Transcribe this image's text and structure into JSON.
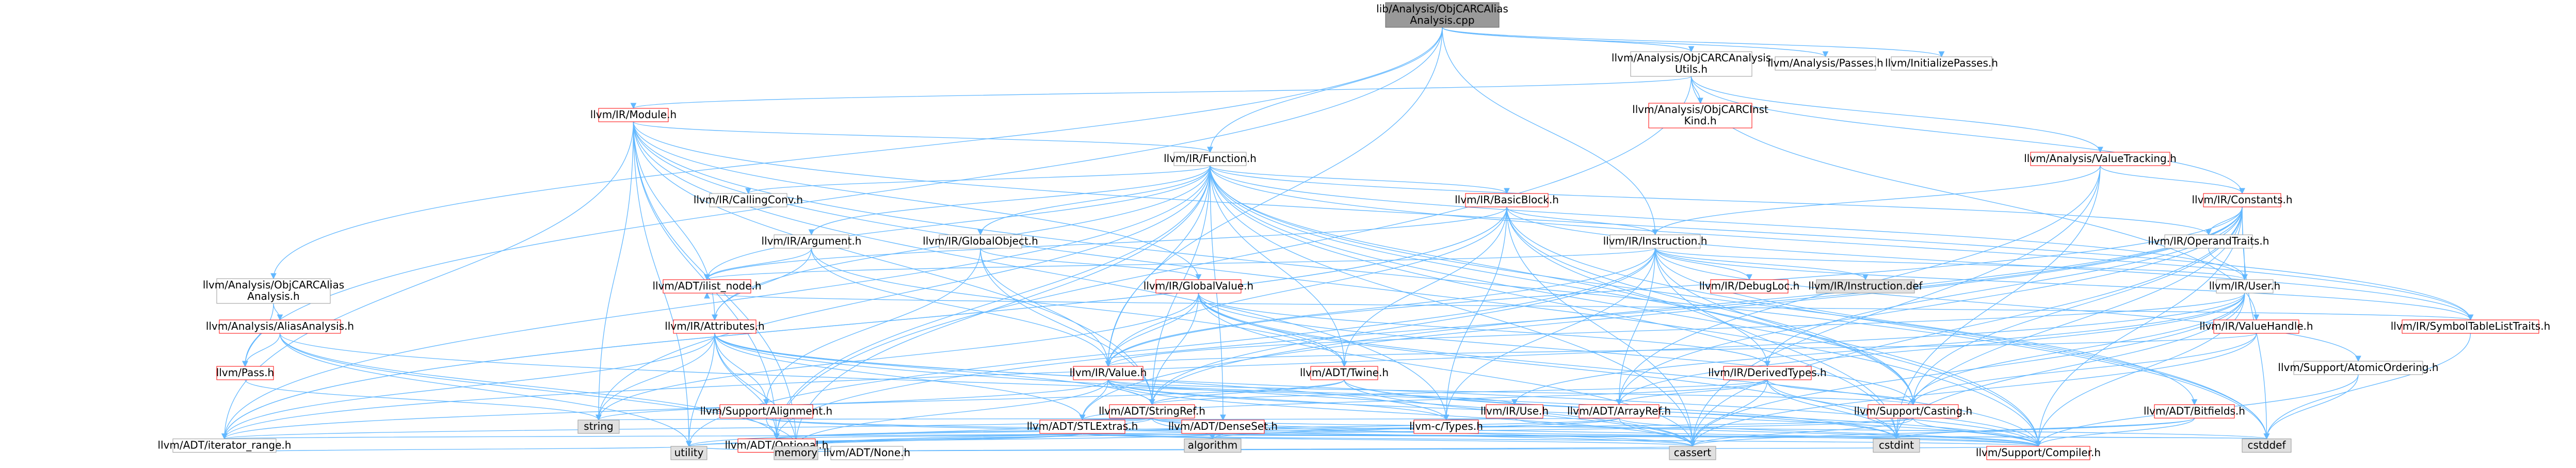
{
  "graph": {
    "root": "lib/Analysis/ObjCARCAliasAnalysis.cpp",
    "colors": {
      "root_fill": "#999999",
      "node_fill": "#ffffff",
      "node_border_red": "#ff0000",
      "node_border_gray": "#999999",
      "node_border_black": "#666666",
      "system_fill": "#e0e0e0",
      "text": "#000000",
      "red_text": "#cc0000",
      "edge": "#63b8ff"
    },
    "nodes": [
      {
        "id": "root",
        "lines": [
          "lib/Analysis/ObjCARCAlias",
          "Analysis.cpp"
        ],
        "style": "root"
      },
      {
        "id": "objcarcutil",
        "lines": [
          "llvm/Analysis/ObjCARCAnalysis",
          "Utils.h"
        ],
        "style": "gray"
      },
      {
        "id": "apasses",
        "lines": [
          "llvm/Analysis/Passes.h"
        ],
        "style": "gray"
      },
      {
        "id": "initpasses",
        "lines": [
          "llvm/InitializePasses.h"
        ],
        "style": "gray"
      },
      {
        "id": "instkind",
        "lines": [
          "llvm/Analysis/ObjCARCInst",
          "Kind.h"
        ],
        "style": "red"
      },
      {
        "id": "module",
        "lines": [
          "llvm/IR/Module.h"
        ],
        "style": "red"
      },
      {
        "id": "valuetracking",
        "lines": [
          "llvm/Analysis/ValueTracking.h"
        ],
        "style": "red"
      },
      {
        "id": "function",
        "lines": [
          "llvm/IR/Function.h"
        ],
        "style": "gray"
      },
      {
        "id": "constants",
        "lines": [
          "llvm/IR/Constants.h"
        ],
        "style": "red"
      },
      {
        "id": "basicblock",
        "lines": [
          "llvm/IR/BasicBlock.h"
        ],
        "style": "red"
      },
      {
        "id": "callingconv",
        "lines": [
          "llvm/IR/CallingConv.h"
        ],
        "style": "gray"
      },
      {
        "id": "argument",
        "lines": [
          "llvm/IR/Argument.h"
        ],
        "style": "gray"
      },
      {
        "id": "globalobject",
        "lines": [
          "llvm/IR/GlobalObject.h"
        ],
        "style": "gray"
      },
      {
        "id": "instruction",
        "lines": [
          "llvm/IR/Instruction.h"
        ],
        "style": "gray"
      },
      {
        "id": "operandtraits",
        "lines": [
          "llvm/IR/OperandTraits.h"
        ],
        "style": "gray"
      },
      {
        "id": "aaanalysis",
        "lines": [
          "llvm/Analysis/ObjCARCAlias",
          "Analysis.h"
        ],
        "style": "gray"
      },
      {
        "id": "ilistnode",
        "lines": [
          "llvm/ADT/ilist_node.h"
        ],
        "style": "red"
      },
      {
        "id": "globalvalue",
        "lines": [
          "llvm/IR/GlobalValue.h"
        ],
        "style": "red"
      },
      {
        "id": "debugloc",
        "lines": [
          "llvm/IR/DebugLoc.h"
        ],
        "style": "red"
      },
      {
        "id": "instdef",
        "lines": [
          "llvm/IR/Instruction.def"
        ],
        "style": "system"
      },
      {
        "id": "user",
        "lines": [
          "llvm/IR/User.h"
        ],
        "style": "gray"
      },
      {
        "id": "valuehandle",
        "lines": [
          "llvm/IR/ValueHandle.h"
        ],
        "style": "red"
      },
      {
        "id": "symtablelist",
        "lines": [
          "llvm/IR/SymbolTableListTraits.h"
        ],
        "style": "red"
      },
      {
        "id": "aliasanalysis",
        "lines": [
          "llvm/Analysis/AliasAnalysis.h"
        ],
        "style": "red"
      },
      {
        "id": "attributes",
        "lines": [
          "llvm/IR/Attributes.h"
        ],
        "style": "red"
      },
      {
        "id": "atomicordering",
        "lines": [
          "llvm/Support/AtomicOrdering.h"
        ],
        "style": "gray"
      },
      {
        "id": "irvalue",
        "lines": [
          "llvm/IR/Value.h"
        ],
        "style": "red"
      },
      {
        "id": "twine",
        "lines": [
          "llvm/ADT/Twine.h"
        ],
        "style": "red"
      },
      {
        "id": "derivedtypes",
        "lines": [
          "llvm/IR/DerivedTypes.h"
        ],
        "style": "red"
      },
      {
        "id": "pass",
        "lines": [
          "llvm/Pass.h"
        ],
        "style": "red"
      },
      {
        "id": "alignment",
        "lines": [
          "llvm/Support/Alignment.h"
        ],
        "style": "red"
      },
      {
        "id": "stringref",
        "lines": [
          "llvm/ADT/StringRef.h"
        ],
        "style": "red"
      },
      {
        "id": "use",
        "lines": [
          "llvm/IR/Use.h"
        ],
        "style": "red"
      },
      {
        "id": "arrayref",
        "lines": [
          "llvm/ADT/ArrayRef.h"
        ],
        "style": "red"
      },
      {
        "id": "casting",
        "lines": [
          "llvm/Support/Casting.h"
        ],
        "style": "red"
      },
      {
        "id": "string",
        "lines": [
          "string"
        ],
        "style": "system"
      },
      {
        "id": "ctypes",
        "lines": [
          "llvm-c/Types.h"
        ],
        "style": "red"
      },
      {
        "id": "stlextras",
        "lines": [
          "llvm/ADT/STLExtras.h"
        ],
        "style": "red"
      },
      {
        "id": "denseset",
        "lines": [
          "llvm/ADT/DenseSet.h"
        ],
        "style": "red"
      },
      {
        "id": "bitfields",
        "lines": [
          "llvm/ADT/Bitfields.h"
        ],
        "style": "red"
      },
      {
        "id": "iterrange",
        "lines": [
          "llvm/ADT/iterator_range.h"
        ],
        "style": "gray"
      },
      {
        "id": "optional",
        "lines": [
          "llvm/ADT/Optional.h"
        ],
        "style": "red"
      },
      {
        "id": "algorithm",
        "lines": [
          "algorithm"
        ],
        "style": "system"
      },
      {
        "id": "cstdint",
        "lines": [
          "cstdint"
        ],
        "style": "system"
      },
      {
        "id": "cstddef",
        "lines": [
          "cstddef"
        ],
        "style": "system"
      },
      {
        "id": "utility",
        "lines": [
          "utility"
        ],
        "style": "system"
      },
      {
        "id": "memory",
        "lines": [
          "memory"
        ],
        "style": "system"
      },
      {
        "id": "adtnone",
        "lines": [
          "llvm/ADT/None.h"
        ],
        "style": "gray"
      },
      {
        "id": "cassert",
        "lines": [
          "cassert"
        ],
        "style": "system"
      },
      {
        "id": "compiler",
        "lines": [
          "llvm/Support/Compiler.h"
        ],
        "style": "red"
      }
    ],
    "edges": [
      [
        "root",
        "objcarcutil"
      ],
      [
        "root",
        "apasses"
      ],
      [
        "root",
        "initpasses"
      ],
      [
        "root",
        "aaanalysis"
      ],
      [
        "root",
        "function"
      ],
      [
        "root",
        "instruction"
      ],
      [
        "root",
        "irvalue"
      ],
      [
        "root",
        "pass"
      ],
      [
        "objcarcutil",
        "instkind"
      ],
      [
        "objcarcutil",
        "module"
      ],
      [
        "objcarcutil",
        "valuetracking"
      ],
      [
        "objcarcutil",
        "constants"
      ],
      [
        "objcarcutil",
        "valuehandle"
      ],
      [
        "objcarcutil",
        "optional"
      ],
      [
        "module",
        "function"
      ],
      [
        "module",
        "attributes"
      ],
      [
        "module",
        "globalvalue"
      ],
      [
        "module",
        "stringref"
      ],
      [
        "module",
        "ctypes"
      ],
      [
        "module",
        "iterrange"
      ],
      [
        "module",
        "optional"
      ],
      [
        "module",
        "symtablelist"
      ],
      [
        "module",
        "string"
      ],
      [
        "module",
        "utility"
      ],
      [
        "module",
        "memory"
      ],
      [
        "module",
        "cstddef"
      ],
      [
        "module",
        "compiler"
      ],
      [
        "valuetracking",
        "constants"
      ],
      [
        "valuetracking",
        "arrayref"
      ],
      [
        "valuetracking",
        "instruction"
      ],
      [
        "valuetracking",
        "cassert"
      ],
      [
        "valuetracking",
        "cstdint"
      ],
      [
        "function",
        "basicblock"
      ],
      [
        "function",
        "callingconv"
      ],
      [
        "function",
        "argument"
      ],
      [
        "function",
        "globalobject"
      ],
      [
        "function",
        "operandtraits"
      ],
      [
        "function",
        "attributes"
      ],
      [
        "function",
        "derivedtypes"
      ],
      [
        "function",
        "irvalue"
      ],
      [
        "function",
        "ilistnode"
      ],
      [
        "function",
        "twine"
      ],
      [
        "function",
        "stringref"
      ],
      [
        "function",
        "denseset"
      ],
      [
        "function",
        "symtablelist"
      ],
      [
        "function",
        "optional"
      ],
      [
        "function",
        "cassert"
      ],
      [
        "function",
        "cstddef"
      ],
      [
        "function",
        "cstdint"
      ],
      [
        "function",
        "memory"
      ],
      [
        "function",
        "string"
      ],
      [
        "function",
        "compiler"
      ],
      [
        "function",
        "iterrange"
      ],
      [
        "function",
        "user"
      ],
      [
        "function",
        "casting"
      ],
      [
        "constants",
        "user"
      ],
      [
        "constants",
        "operandtraits"
      ],
      [
        "constants",
        "derivedtypes"
      ],
      [
        "constants",
        "irvalue"
      ],
      [
        "constants",
        "casting"
      ],
      [
        "constants",
        "compiler"
      ],
      [
        "constants",
        "stringref"
      ],
      [
        "constants",
        "cassert"
      ],
      [
        "constants",
        "cstddef"
      ],
      [
        "constants",
        "cstdint"
      ],
      [
        "constants",
        "arrayref"
      ],
      [
        "constants",
        "stlextras"
      ],
      [
        "constants",
        "optional"
      ],
      [
        "basicblock",
        "instruction"
      ],
      [
        "basicblock",
        "symtablelist"
      ],
      [
        "basicblock",
        "irvalue"
      ],
      [
        "basicblock",
        "ctypes"
      ],
      [
        "basicblock",
        "twine"
      ],
      [
        "basicblock",
        "ilistnode"
      ],
      [
        "basicblock",
        "iterrange"
      ],
      [
        "basicblock",
        "casting"
      ],
      [
        "basicblock",
        "compiler"
      ],
      [
        "basicblock",
        "cassert"
      ],
      [
        "basicblock",
        "cstddef"
      ],
      [
        "basicblock",
        "iterrange"
      ],
      [
        "argument",
        "attributes"
      ],
      [
        "argument",
        "irvalue"
      ],
      [
        "argument",
        "twine"
      ],
      [
        "argument",
        "ilistnode"
      ],
      [
        "globalobject",
        "globalvalue"
      ],
      [
        "globalobject",
        "irvalue"
      ],
      [
        "globalobject",
        "alignment"
      ],
      [
        "globalobject",
        "stringref"
      ],
      [
        "instruction",
        "debugloc"
      ],
      [
        "instruction",
        "instdef"
      ],
      [
        "instruction",
        "user"
      ],
      [
        "instruction",
        "symtablelist"
      ],
      [
        "instruction",
        "atomicordering"
      ],
      [
        "instruction",
        "irvalue"
      ],
      [
        "instruction",
        "bitfields"
      ],
      [
        "instruction",
        "arrayref"
      ],
      [
        "instruction",
        "stringref"
      ],
      [
        "instruction",
        "ctypes"
      ],
      [
        "instruction",
        "ilistnode"
      ],
      [
        "instruction",
        "cstdint"
      ],
      [
        "instruction",
        "utility"
      ],
      [
        "instruction",
        "casting"
      ],
      [
        "operandtraits",
        "user"
      ],
      [
        "aaanalysis",
        "aliasanalysis"
      ],
      [
        "aaanalysis",
        "pass"
      ],
      [
        "globalvalue",
        "derivedtypes"
      ],
      [
        "globalvalue",
        "irvalue"
      ],
      [
        "globalvalue",
        "twine"
      ],
      [
        "globalvalue",
        "stringref"
      ],
      [
        "globalvalue",
        "casting"
      ],
      [
        "globalvalue",
        "compiler"
      ],
      [
        "globalvalue",
        "cassert"
      ],
      [
        "globalvalue",
        "cstdint"
      ],
      [
        "globalvalue",
        "string"
      ],
      [
        "user",
        "use"
      ],
      [
        "user",
        "irvalue"
      ],
      [
        "user",
        "casting"
      ],
      [
        "user",
        "compiler"
      ],
      [
        "user",
        "cassert"
      ],
      [
        "user",
        "cstdint"
      ],
      [
        "user",
        "iterrange"
      ],
      [
        "user",
        "arrayref"
      ],
      [
        "valuehandle",
        "irvalue"
      ],
      [
        "valuehandle",
        "casting"
      ],
      [
        "valuehandle",
        "cassert"
      ],
      [
        "symtablelist",
        "ilistnode"
      ],
      [
        "symtablelist",
        "cstddef"
      ],
      [
        "aliasanalysis",
        "pass"
      ],
      [
        "aliasanalysis",
        "optional"
      ],
      [
        "aliasanalysis",
        "cstdint"
      ],
      [
        "aliasanalysis",
        "memory"
      ],
      [
        "aliasanalysis",
        "utility"
      ],
      [
        "attributes",
        "alignment"
      ],
      [
        "attributes",
        "stringref"
      ],
      [
        "attributes",
        "stlextras"
      ],
      [
        "attributes",
        "optional"
      ],
      [
        "attributes",
        "iterrange"
      ],
      [
        "attributes",
        "compiler"
      ],
      [
        "attributes",
        "string"
      ],
      [
        "attributes",
        "utility"
      ],
      [
        "attributes",
        "cassert"
      ],
      [
        "attributes",
        "memory"
      ],
      [
        "attributes",
        "ctypes"
      ],
      [
        "atomicordering",
        "cstddef"
      ],
      [
        "atomicordering",
        "compiler"
      ],
      [
        "irvalue",
        "ctypes"
      ],
      [
        "irvalue",
        "stringref"
      ],
      [
        "irvalue",
        "use"
      ],
      [
        "irvalue",
        "iterrange"
      ],
      [
        "irvalue",
        "casting"
      ],
      [
        "irvalue",
        "compiler"
      ],
      [
        "irvalue",
        "cassert"
      ],
      [
        "irvalue",
        "memory"
      ],
      [
        "irvalue",
        "stlextras"
      ],
      [
        "twine",
        "stringref"
      ],
      [
        "twine",
        "compiler"
      ],
      [
        "twine",
        "cassert"
      ],
      [
        "twine",
        "cstdint"
      ],
      [
        "twine",
        "string"
      ],
      [
        "derivedtypes",
        "stringref"
      ],
      [
        "derivedtypes",
        "arrayref"
      ],
      [
        "derivedtypes",
        "stlextras"
      ],
      [
        "derivedtypes",
        "casting"
      ],
      [
        "derivedtypes",
        "compiler"
      ],
      [
        "derivedtypes",
        "cassert"
      ],
      [
        "derivedtypes",
        "cstdint"
      ],
      [
        "pass",
        "string"
      ],
      [
        "alignment",
        "optional"
      ],
      [
        "alignment",
        "cassert"
      ],
      [
        "alignment",
        "compiler"
      ],
      [
        "stringref",
        "stlextras"
      ],
      [
        "stringref",
        "iterrange"
      ],
      [
        "stringref",
        "compiler"
      ],
      [
        "stringref",
        "algorithm"
      ],
      [
        "stringref",
        "cassert"
      ],
      [
        "stringref",
        "cstddef"
      ],
      [
        "stringref",
        "string"
      ],
      [
        "stringref",
        "utility"
      ],
      [
        "use",
        "ctypes"
      ],
      [
        "use",
        "compiler"
      ],
      [
        "arrayref",
        "stlextras"
      ],
      [
        "arrayref",
        "optional"
      ],
      [
        "arrayref",
        "compiler"
      ],
      [
        "arrayref",
        "algorithm"
      ],
      [
        "arrayref",
        "cassert"
      ],
      [
        "arrayref",
        "memory"
      ],
      [
        "casting",
        "optional"
      ],
      [
        "casting",
        "compiler"
      ],
      [
        "casting",
        "cassert"
      ],
      [
        "casting",
        "memory"
      ],
      [
        "stlextras",
        "iterrange"
      ],
      [
        "stlextras",
        "optional"
      ],
      [
        "stlextras",
        "compiler"
      ],
      [
        "stlextras",
        "algorithm"
      ],
      [
        "stlextras",
        "cassert"
      ],
      [
        "stlextras",
        "cstddef"
      ],
      [
        "stlextras",
        "cstdint"
      ],
      [
        "stlextras",
        "memory"
      ],
      [
        "stlextras",
        "utility"
      ],
      [
        "denseset",
        "algorithm"
      ],
      [
        "denseset",
        "cstddef"
      ],
      [
        "denseset",
        "utility"
      ],
      [
        "bitfields",
        "cstdint"
      ],
      [
        "bitfields",
        "compiler"
      ],
      [
        "bitfields",
        "cassert"
      ],
      [
        "iterrange",
        "utility"
      ],
      [
        "optional",
        "adtnone"
      ],
      [
        "optional",
        "compiler"
      ],
      [
        "optional",
        "cassert"
      ],
      [
        "optional",
        "utility"
      ]
    ]
  }
}
